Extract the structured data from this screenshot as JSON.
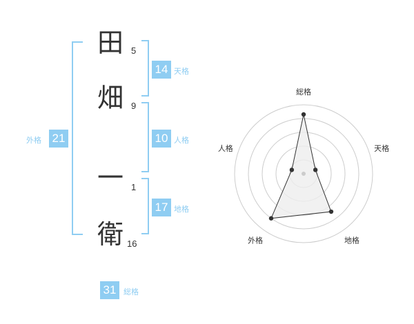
{
  "name": {
    "chars": [
      {
        "char": "田",
        "strokes": "5"
      },
      {
        "char": "畑",
        "strokes": "9"
      },
      {
        "char": "一",
        "strokes": "1"
      },
      {
        "char": "衛",
        "strokes": "16"
      }
    ]
  },
  "kaku": {
    "tenkaku": {
      "value": "14",
      "label": "天格"
    },
    "jinkaku": {
      "value": "10",
      "label": "人格"
    },
    "chikaku": {
      "value": "17",
      "label": "地格"
    },
    "gaikaku": {
      "value": "21",
      "label": "外格"
    },
    "soukaku": {
      "value": "31",
      "label": "総格"
    }
  },
  "chart_data": {
    "type": "radar",
    "axes": [
      "総格",
      "天格",
      "地格",
      "外格",
      "人格"
    ],
    "values": [
      4.3,
      0.9,
      3.4,
      4.0,
      0.9
    ],
    "max": 5,
    "rings": 5
  },
  "colors": {
    "accent": "#8fcdf2",
    "text": "#333333",
    "grid": "#cccccc",
    "fill": "#eeeeee"
  }
}
